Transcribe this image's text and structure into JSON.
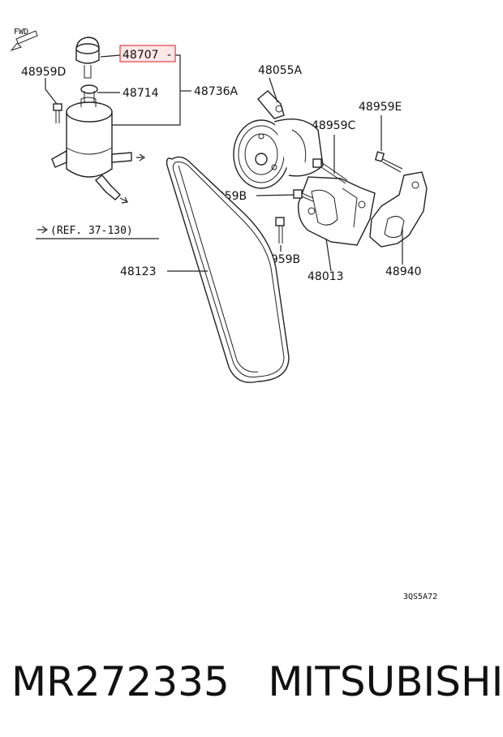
{
  "diagram": {
    "fwd_label": "FWD",
    "reference_label": "(REF. 37-130)",
    "drawing_code": "3QS5A72",
    "callouts": {
      "p48707": "48707",
      "p48959d": "48959D",
      "p48714": "48714",
      "p48736a": "48736A",
      "p48055a": "48055A",
      "p48959e": "48959E",
      "p48959c": "48959C",
      "p48959b_top": "48959B",
      "p48959b_bottom": "48959B",
      "p48123": "48123",
      "p48013": "48013",
      "p48940": "48940"
    },
    "highlight_color": "#e04040"
  },
  "caption": {
    "text": "MR272335   MITSUBISHI"
  }
}
